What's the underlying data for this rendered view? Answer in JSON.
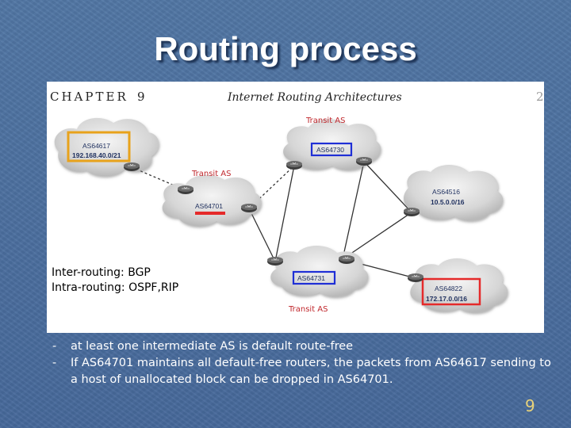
{
  "slide": {
    "title": "Routing process",
    "number": "9"
  },
  "figure": {
    "chapter_word": "CHAPTER",
    "chapter_number": "9",
    "chapter_title": "Internet Routing Architectures",
    "page_number": "2",
    "transit_labels": [
      "Transit AS",
      "Transit AS",
      "Transit AS"
    ],
    "clouds": [
      {
        "as": "AS64617",
        "prefix": "192.168.40.0/21",
        "highlight": "#e8a21b"
      },
      {
        "as": "AS64730",
        "prefix": "",
        "highlight": "#1f2fd6"
      },
      {
        "as": "AS64701",
        "prefix": "",
        "highlight": "#e52a2a"
      },
      {
        "as": "AS64516",
        "prefix": "10.5.0.0/16",
        "highlight": ""
      },
      {
        "as": "AS64731",
        "prefix": "",
        "highlight": "#1f2fd6"
      },
      {
        "as": "AS64822",
        "prefix": "172.17.0.0/16",
        "highlight": "#e52a2a"
      }
    ],
    "routing_lines": [
      "Inter-routing: BGP",
      "Intra-routing: OSPF,RIP"
    ]
  },
  "notes": [
    {
      "dash": "-",
      "text": "at least one intermediate AS is default route-free"
    },
    {
      "dash": "-",
      "text": "If AS64701 maintains all default-free routers, the packets from AS64617 sending to a host of unallocated block can be dropped in AS64701."
    }
  ],
  "colors": {
    "background": "#4a6d9b",
    "note_box": "#3d5f8f",
    "slide_number": "#e8d27a",
    "transit_text": "#c0282d"
  }
}
